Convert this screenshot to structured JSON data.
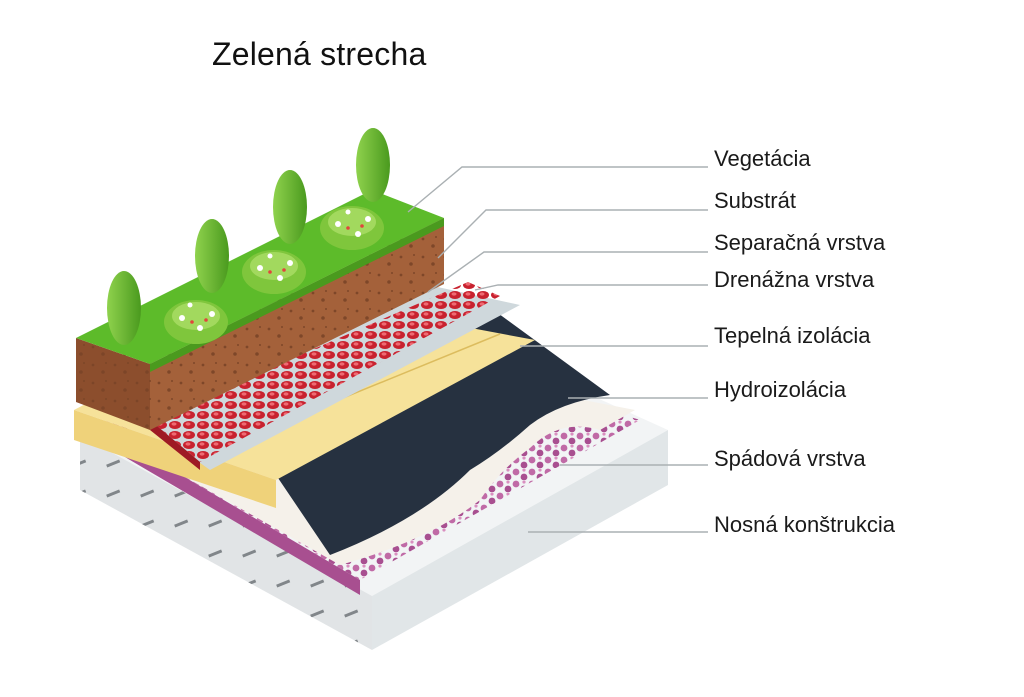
{
  "title": "Zelená strecha",
  "layers": [
    {
      "label": "Vegetácia",
      "color": "#5dbb2a"
    },
    {
      "label": "Substrát",
      "color": "#a4613a"
    },
    {
      "label": "Separačná vrstva",
      "color": "#cfd8dc"
    },
    {
      "label": "Drenážna vrstva",
      "color": "#d42c3c"
    },
    {
      "label": "Tepelná izolácia",
      "color": "#f6e29a"
    },
    {
      "label": "Hydroizolácia",
      "color": "#263140"
    },
    {
      "label": "Spádová vrstva",
      "color": "#b95a9a"
    },
    {
      "label": "Nosná konštrukcia",
      "color": "#e1e6e8"
    }
  ]
}
